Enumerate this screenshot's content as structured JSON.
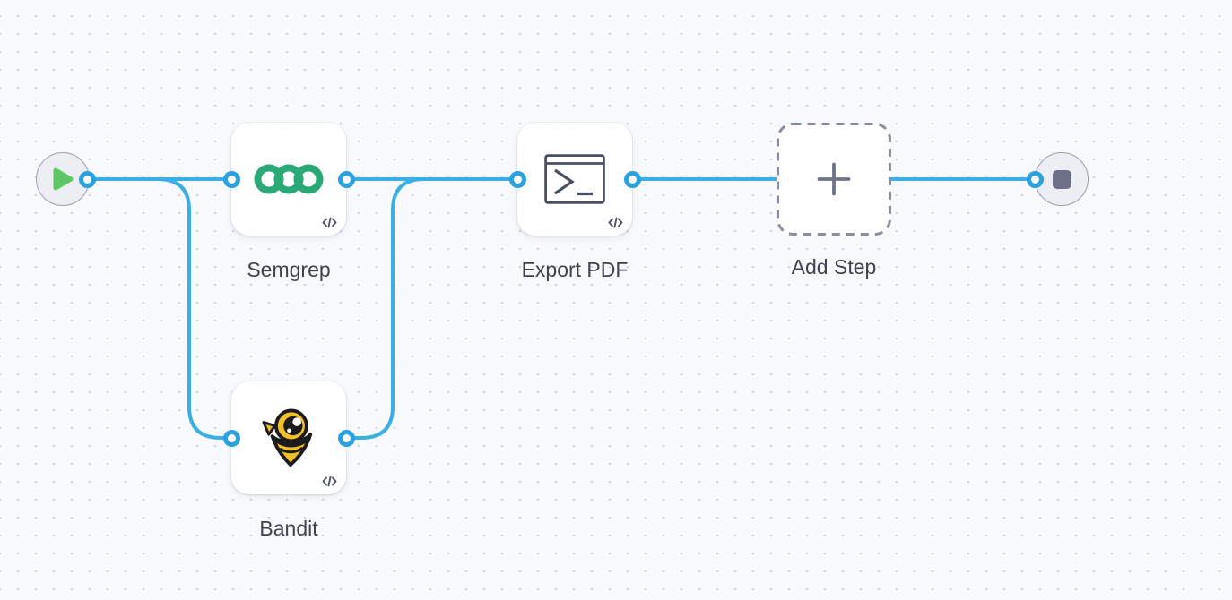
{
  "canvas": {
    "background": "#f8f9fc",
    "grid_dot_color": "#d3d4de",
    "edge_color": "#3bafe5",
    "port_ring_color": "#2ba2de"
  },
  "workflow": {
    "start_node": {
      "id": "start",
      "icon": "play-icon",
      "play_color": "#5ec765"
    },
    "end_node": {
      "id": "end",
      "icon": "stop-icon",
      "stop_color": "#6d7086"
    },
    "steps": [
      {
        "id": "semgrep",
        "label": "Semgrep",
        "icon": "semgrep-logo",
        "brand_color": "#2aa875",
        "code_badge": "</>"
      },
      {
        "id": "bandit",
        "label": "Bandit",
        "icon": "bandit-logo",
        "brand_color": "#f2c028",
        "code_badge": "</>"
      },
      {
        "id": "export_pdf",
        "label": "Export PDF",
        "icon": "terminal-icon",
        "icon_color": "#4b4f63",
        "code_badge": "</>"
      },
      {
        "id": "add_step",
        "label": "Add Step",
        "icon": "plus-icon",
        "style": "dashed-placeholder"
      }
    ],
    "connections": [
      {
        "from": "start",
        "to": "semgrep"
      },
      {
        "from": "start",
        "to": "bandit"
      },
      {
        "from": "semgrep",
        "to": "export_pdf"
      },
      {
        "from": "bandit",
        "to": "export_pdf"
      },
      {
        "from": "export_pdf",
        "to": "end"
      }
    ]
  }
}
